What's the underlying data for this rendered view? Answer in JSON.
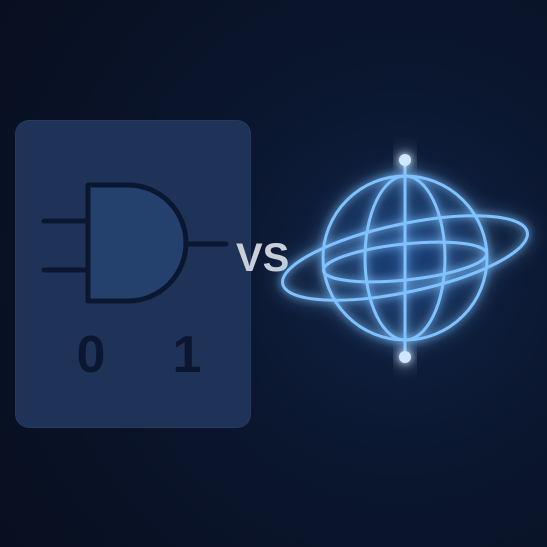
{
  "classical": {
    "icon": "and-gate-icon",
    "bits": [
      "0",
      "1"
    ]
  },
  "comparison": {
    "label": "VS"
  },
  "quantum": {
    "icon": "glowing-globe-icon"
  },
  "colors": {
    "background": "#0a1226",
    "card": "#1f3358",
    "gate_line": "#0b1730",
    "vs_text": "#c9ced8",
    "glow": "#4aa3ff"
  }
}
